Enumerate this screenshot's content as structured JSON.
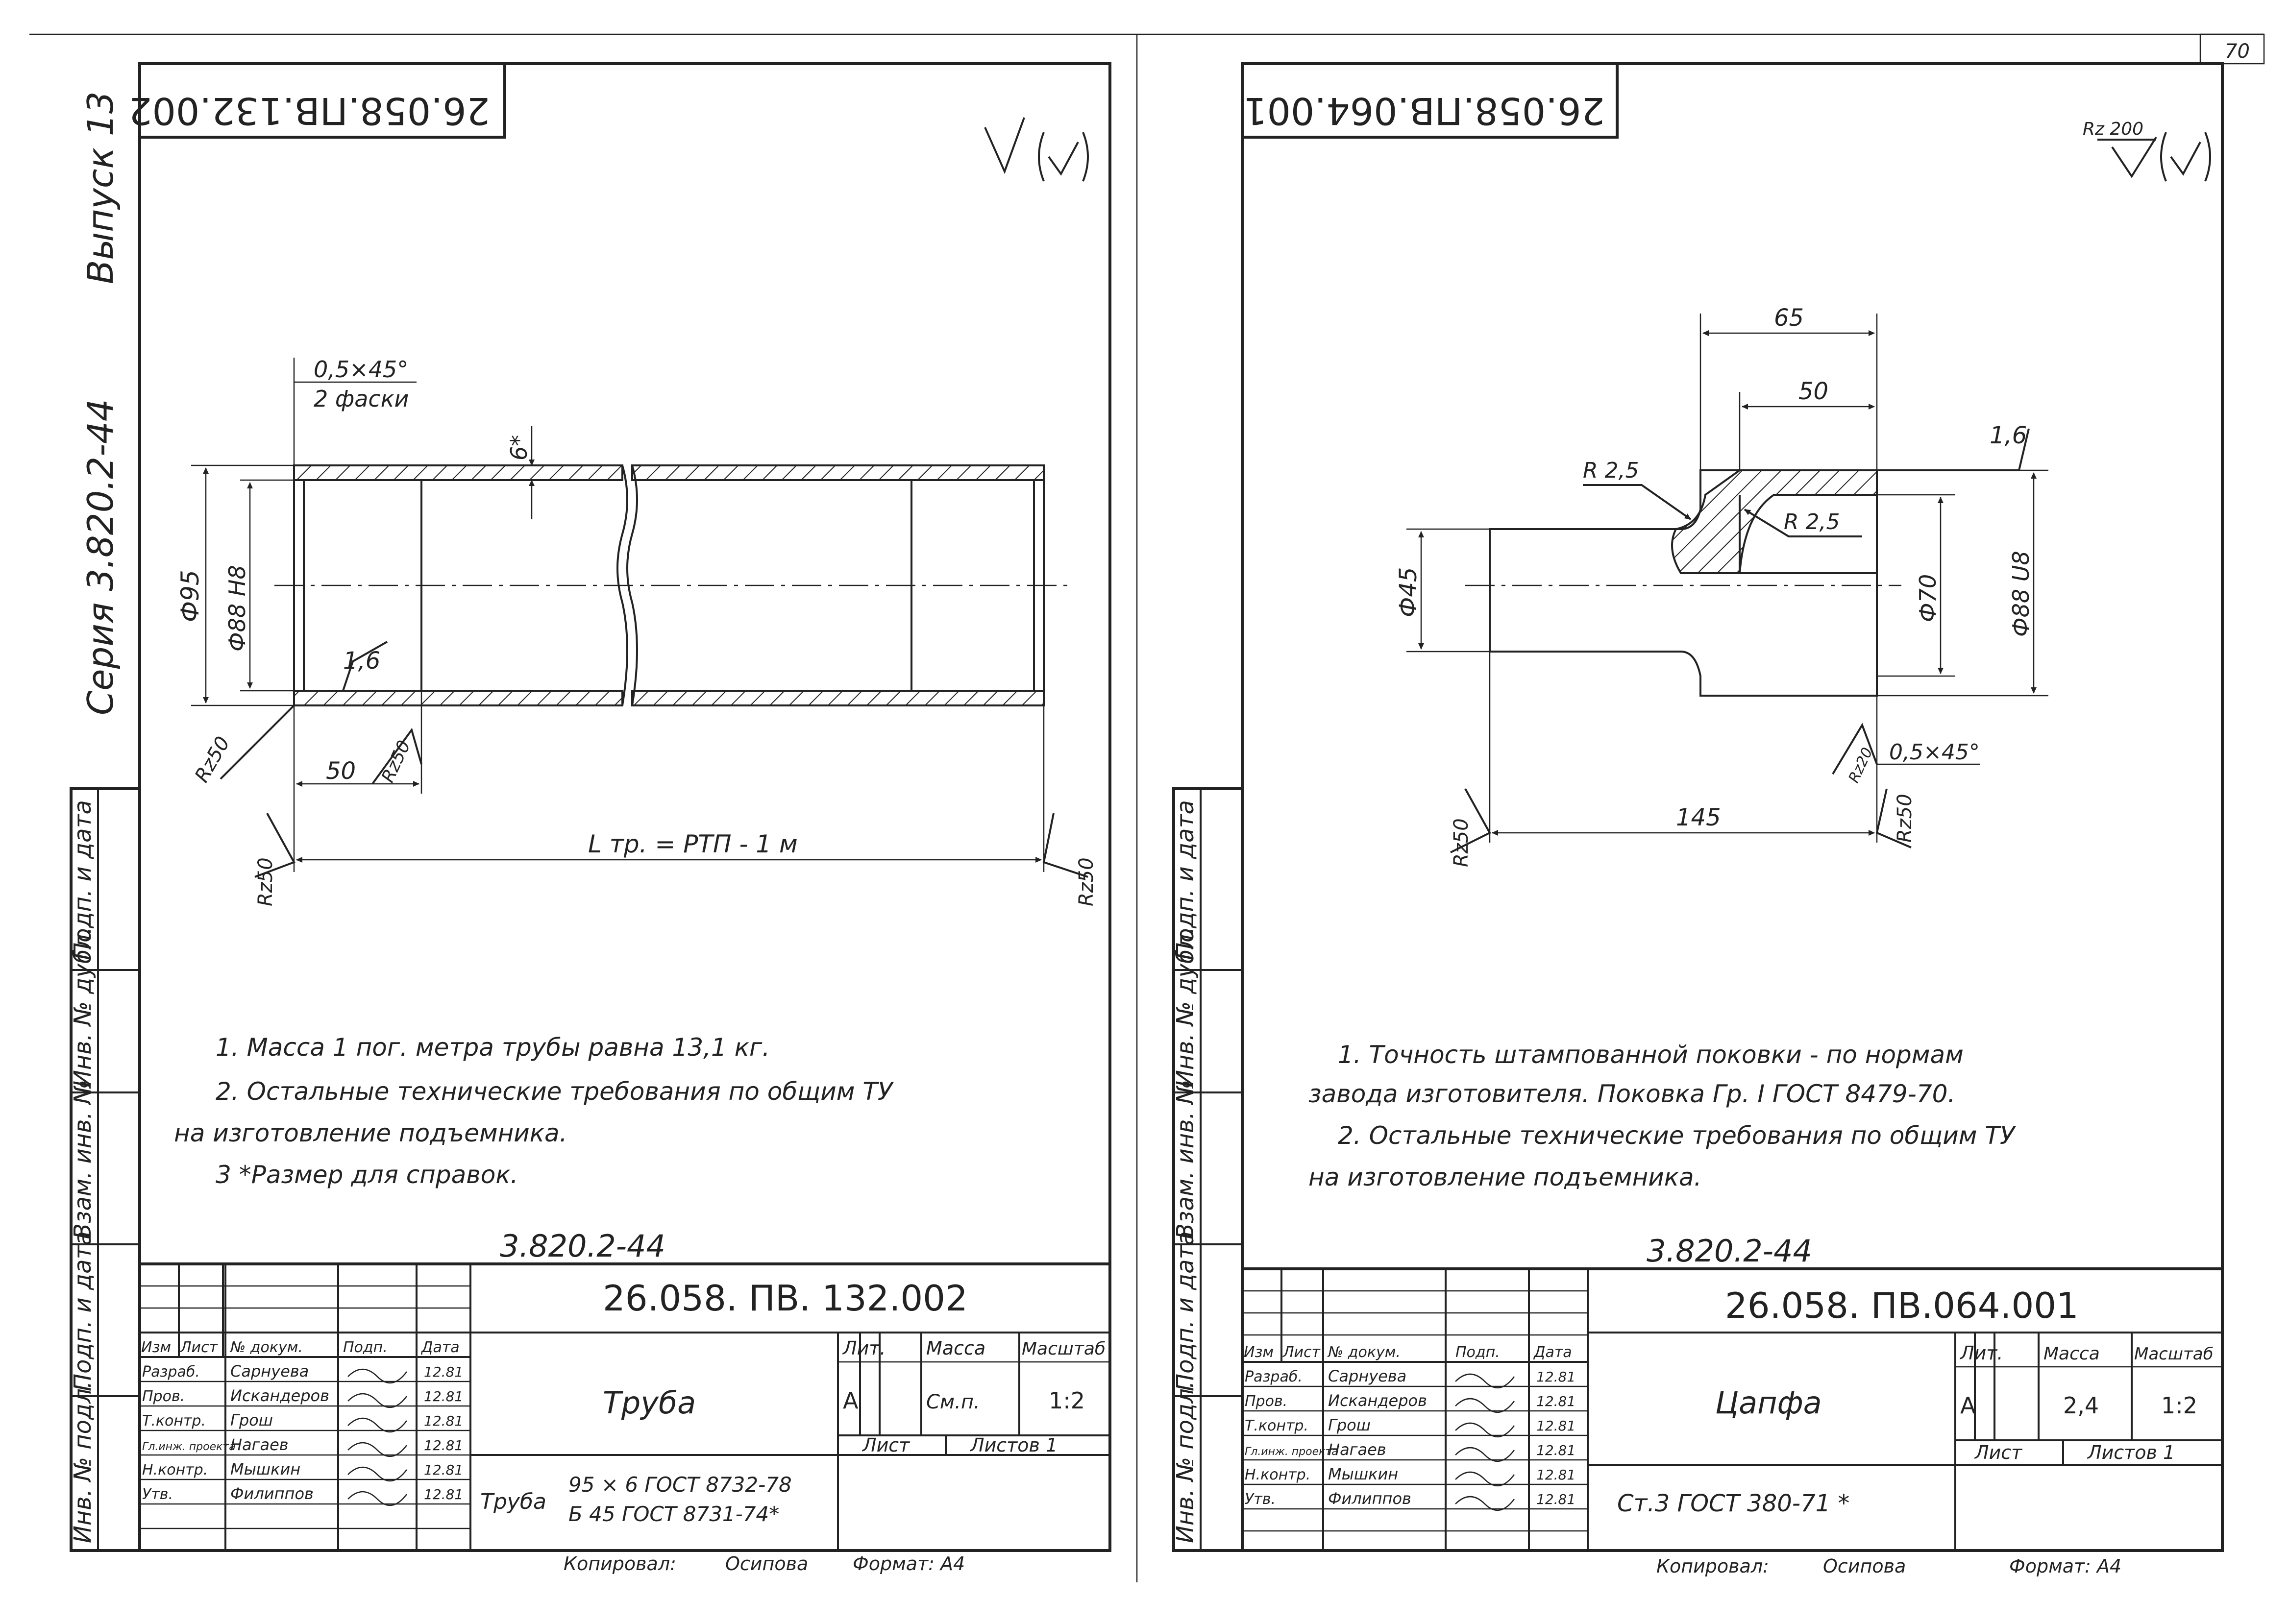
{
  "page_number": "70",
  "side_margin": {
    "series_label": "Серия  3.820.2-44",
    "issue_label": "Выпуск  13"
  },
  "margin_labels": {
    "sign_date": "Подп. и дата",
    "inv_dupl": "Инв. № дубл.",
    "vzam_inv": "Взам. инв. №",
    "sign_date2": "Подп. и дата",
    "inv_orig": "Инв. № подл."
  },
  "left_sheet": {
    "code_rotated": "26.058.ПВ.132.002",
    "dims": {
      "chamfer": "0,5×45°",
      "chamfer_note": "2 фаски",
      "wall": "6*",
      "outer_d": "Ф95",
      "inner_d": "Ф88 Н8",
      "rough_inner": "1,6",
      "rough_a": "Rz50",
      "len_50": "50",
      "rough_b": "Rz50",
      "rough_c": "Rz50",
      "length": "L тр. = РТП - 1 м",
      "rough_d": "Rz50"
    },
    "notes": [
      "1.  Масса  1 пог. метра  трубы  равна  13,1 кг.",
      "2.  Остальные  технические  требования  по  общим  ТУ",
      "на  изготовление  подъемника.",
      "3  *Размер  для  справок."
    ],
    "series_code": "3.820.2-44",
    "title_block": {
      "designation": "26.058. ПВ. 132.002",
      "name": "Труба",
      "lit_header": "Лит.",
      "mass_header": "Масса",
      "scale_header": "Масштаб",
      "lit": "А",
      "mass": "См.п.",
      "scale": "1:2",
      "sheet": "Лист",
      "sheets": "Листов 1",
      "headers": [
        "Изм",
        "Лист",
        "№ докум.",
        "Подп.",
        "Дата"
      ],
      "roles": [
        "Разраб.",
        "Пров.",
        "Т.контр.",
        "Гл.инж. проекта",
        "Н.контр.",
        "Утв."
      ],
      "names": [
        "Сарнуева",
        "Искандеров",
        "Грош",
        "Нагаев",
        "Мышкин",
        "Филиппов"
      ],
      "dates": [
        "12.81",
        "12.81",
        "12.81",
        "12.81",
        "12.81",
        "12.81"
      ],
      "material_label": "Труба",
      "material_line1": "95 × 6  ГОСТ 8732-78",
      "material_line2": "Б 45  ГОСТ 8731-74*",
      "copied": "Копировал:",
      "copier": "Осипова",
      "format": "Формат: А4"
    }
  },
  "right_sheet": {
    "code_rotated": "26.058.ПВ.064.001",
    "rough_top": "Rz 200",
    "dims": {
      "d65": "65",
      "d50": "50",
      "rough_16": "1,6",
      "r1": "R 2,5",
      "r2": "R 2,5",
      "d45": "Ф45",
      "d70": "Ф70",
      "d88": "Ф88 U8",
      "rough_rz20": "Rz20",
      "chamfer": "0,5×45°",
      "len_145": "145",
      "rough_a": "Rz50",
      "rough_b": "Rz50"
    },
    "notes": [
      "1. Точность  штампованной  поковки - по нормам",
      "завода  изготовителя.   Поковка  Гр. I  ГОСТ 8479-70.",
      "2.  Остальные  технические  требования  по  общим  ТУ",
      "на  изготовление  подъемника."
    ],
    "series_code": "3.820.2-44",
    "title_block": {
      "designation": "26.058. ПВ.064.001",
      "name": "Цапфа",
      "lit_header": "Лит.",
      "mass_header": "Масса",
      "scale_header": "Масштаб",
      "lit": "А",
      "mass": "2,4",
      "scale": "1:2",
      "sheet": "Лист",
      "sheets": "Листов 1",
      "headers": [
        "Изм",
        "Лист",
        "№ докум.",
        "Подп.",
        "Дата"
      ],
      "roles": [
        "Разраб.",
        "Пров.",
        "Т.контр.",
        "Гл.инж. проекта",
        "Н.контр.",
        "Утв."
      ],
      "names": [
        "Сарнуева",
        "Искандеров",
        "Грош",
        "Нагаев",
        "Мышкин",
        "Филиппов"
      ],
      "dates": [
        "12.81",
        "12.81",
        "12.81",
        "12.81",
        "12.81",
        "12.81"
      ],
      "material": "Ст.3   ГОСТ 380-71 *",
      "copied": "Копировал:",
      "copier": "Осипова",
      "format": "Формат: А4"
    }
  }
}
